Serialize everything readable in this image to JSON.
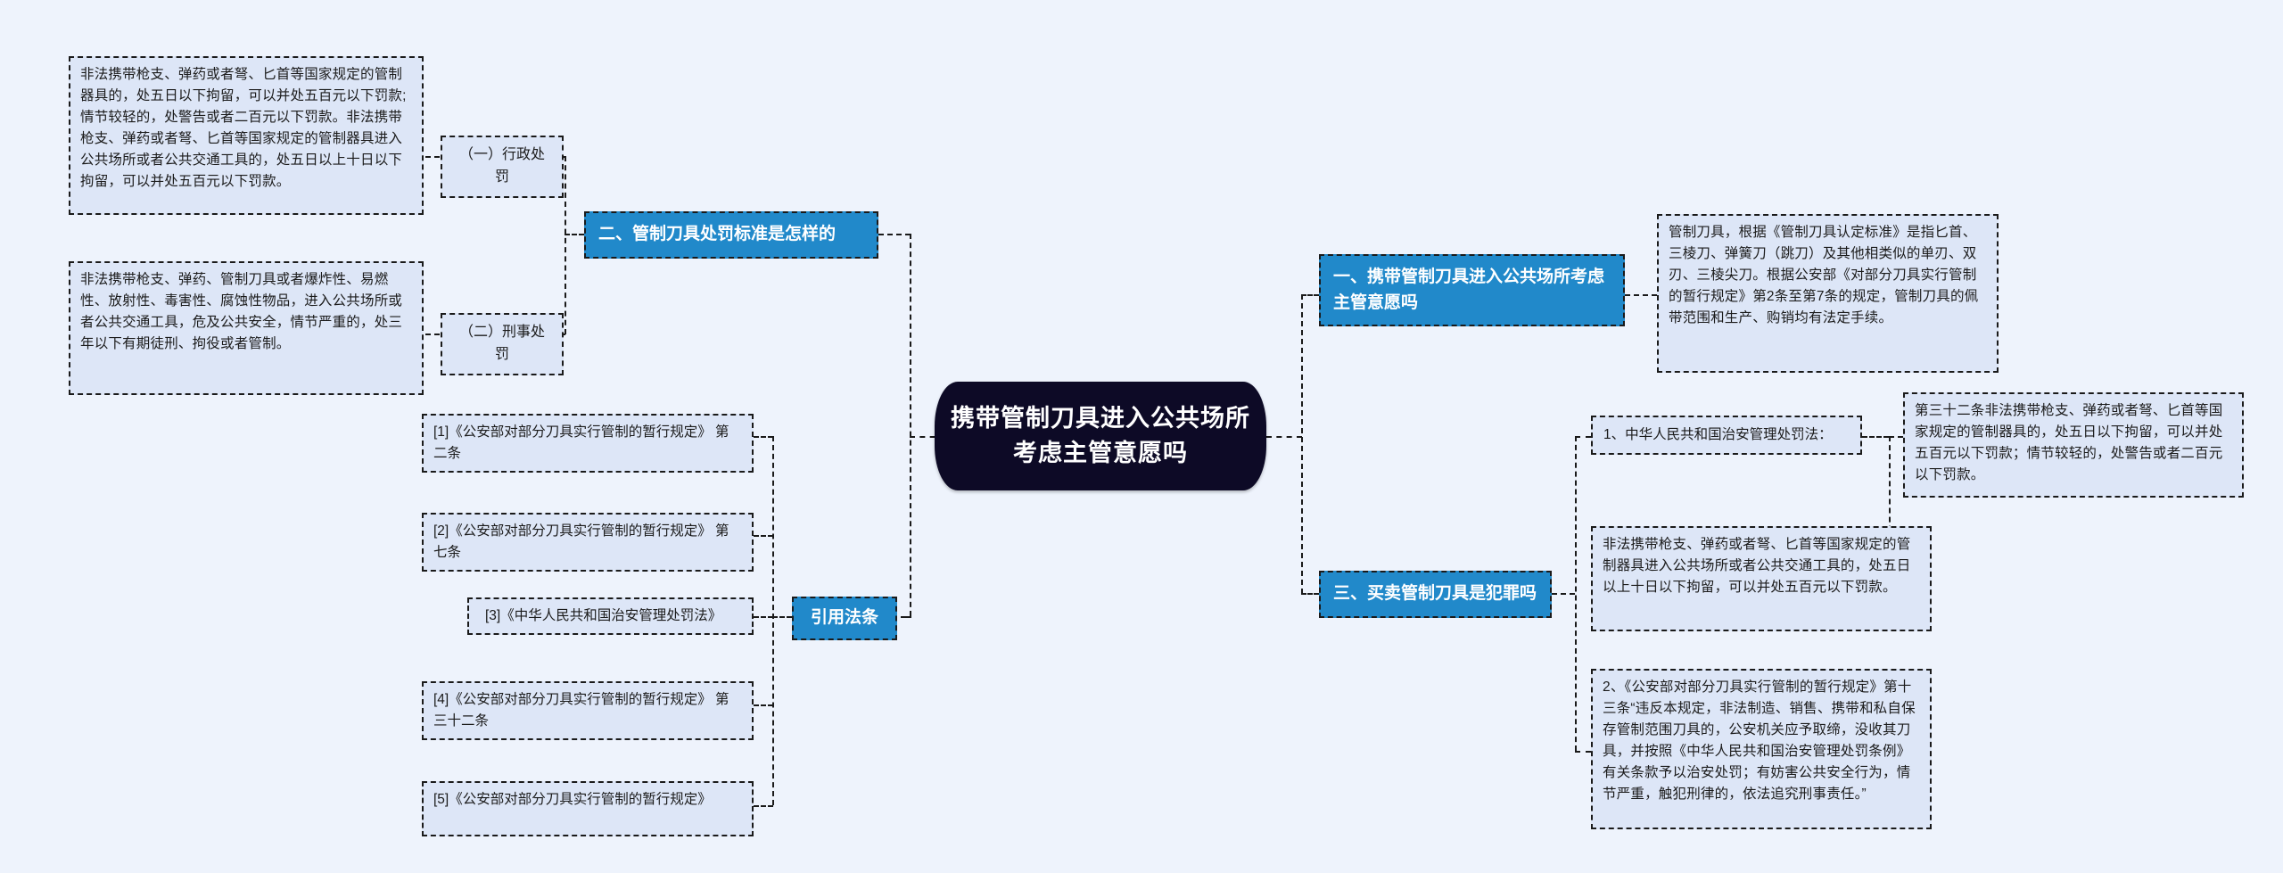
{
  "diagram": {
    "type": "mindmap",
    "center": {
      "text": "携带管制刀具进入公共场所考虑主管意愿吗",
      "bg": "#0d0a26",
      "fg": "#ffffff"
    },
    "accent_blue": "#2189ca",
    "node_bg": "#dde6f7",
    "canvas_bg": "#eef3fc"
  },
  "branches": {
    "left_top": {
      "title": "二、管制刀具处罚标准是怎样的",
      "children": [
        {
          "label": "（一）行政处罚",
          "detail": "非法携带枪支、弹药或者弩、匕首等国家规定的管制器具的，处五日以下拘留，可以并处五百元以下罚款;情节较轻的，处警告或者二百元以下罚款。非法携带枪支、弹药或者弩、匕首等国家规定的管制器具进入公共场所或者公共交通工具的，处五日以上十日以下拘留，可以并处五百元以下罚款。"
        },
        {
          "label": "（二）刑事处罚",
          "detail": "非法携带枪支、弹药、管制刀具或者爆炸性、易燃性、放射性、毒害性、腐蚀性物品，进入公共场所或者公共交通工具，危及公共安全，情节严重的，处三年以下有期徒刑、拘役或者管制。"
        }
      ]
    },
    "left_bottom": {
      "title": "引用法条",
      "references": [
        "[1]《公安部对部分刀具实行管制的暂行规定》 第二条",
        "[2]《公安部对部分刀具实行管制的暂行规定》 第七条",
        "[3]《中华人民共和国治安管理处罚法》",
        "[4]《公安部对部分刀具实行管制的暂行规定》 第三十二条",
        "[5]《公安部对部分刀具实行管制的暂行规定》"
      ]
    },
    "right_top": {
      "title": "一、携带管制刀具进入公共场所考虑主管意愿吗",
      "detail": "管制刀具，根据《管制刀具认定标准》是指匕首、三棱刀、弹簧刀（跳刀）及其他相类似的单刃、双刃、三棱尖刀。根据公安部《对部分刀具实行管制的暂行规定》第2条至第7条的规定，管制刀具的佩带范围和生产、购销均有法定手续。"
    },
    "right_bottom": {
      "title": "三、买卖管制刀具是犯罪吗",
      "items": [
        {
          "label": "1、中华人民共和国治安管理处罚法：",
          "details": [
            "第三十二条非法携带枪支、弹药或者弩、匕首等国家规定的管制器具的，处五日以下拘留，可以并处五百元以下罚款；情节较轻的，处警告或者二百元以下罚款。",
            "非法携带枪支、弹药或者弩、匕首等国家规定的管制器具进入公共场所或者公共交通工具的，处五日以上十日以下拘留，可以并处五百元以下罚款。"
          ]
        },
        {
          "label": "2、《公安部对部分刀具实行管制的暂行规定》第十三条“违反本规定，非法制造、销售、携带和私自保存管制范围刀具的，公安机关应予取缔，没收其刀具，并按照《中华人民共和国治安管理处罚条例》有关条款予以治安处罚；有妨害公共安全行为，情节严重，触犯刑律的，依法追究刑事责任。”"
        }
      ]
    }
  }
}
